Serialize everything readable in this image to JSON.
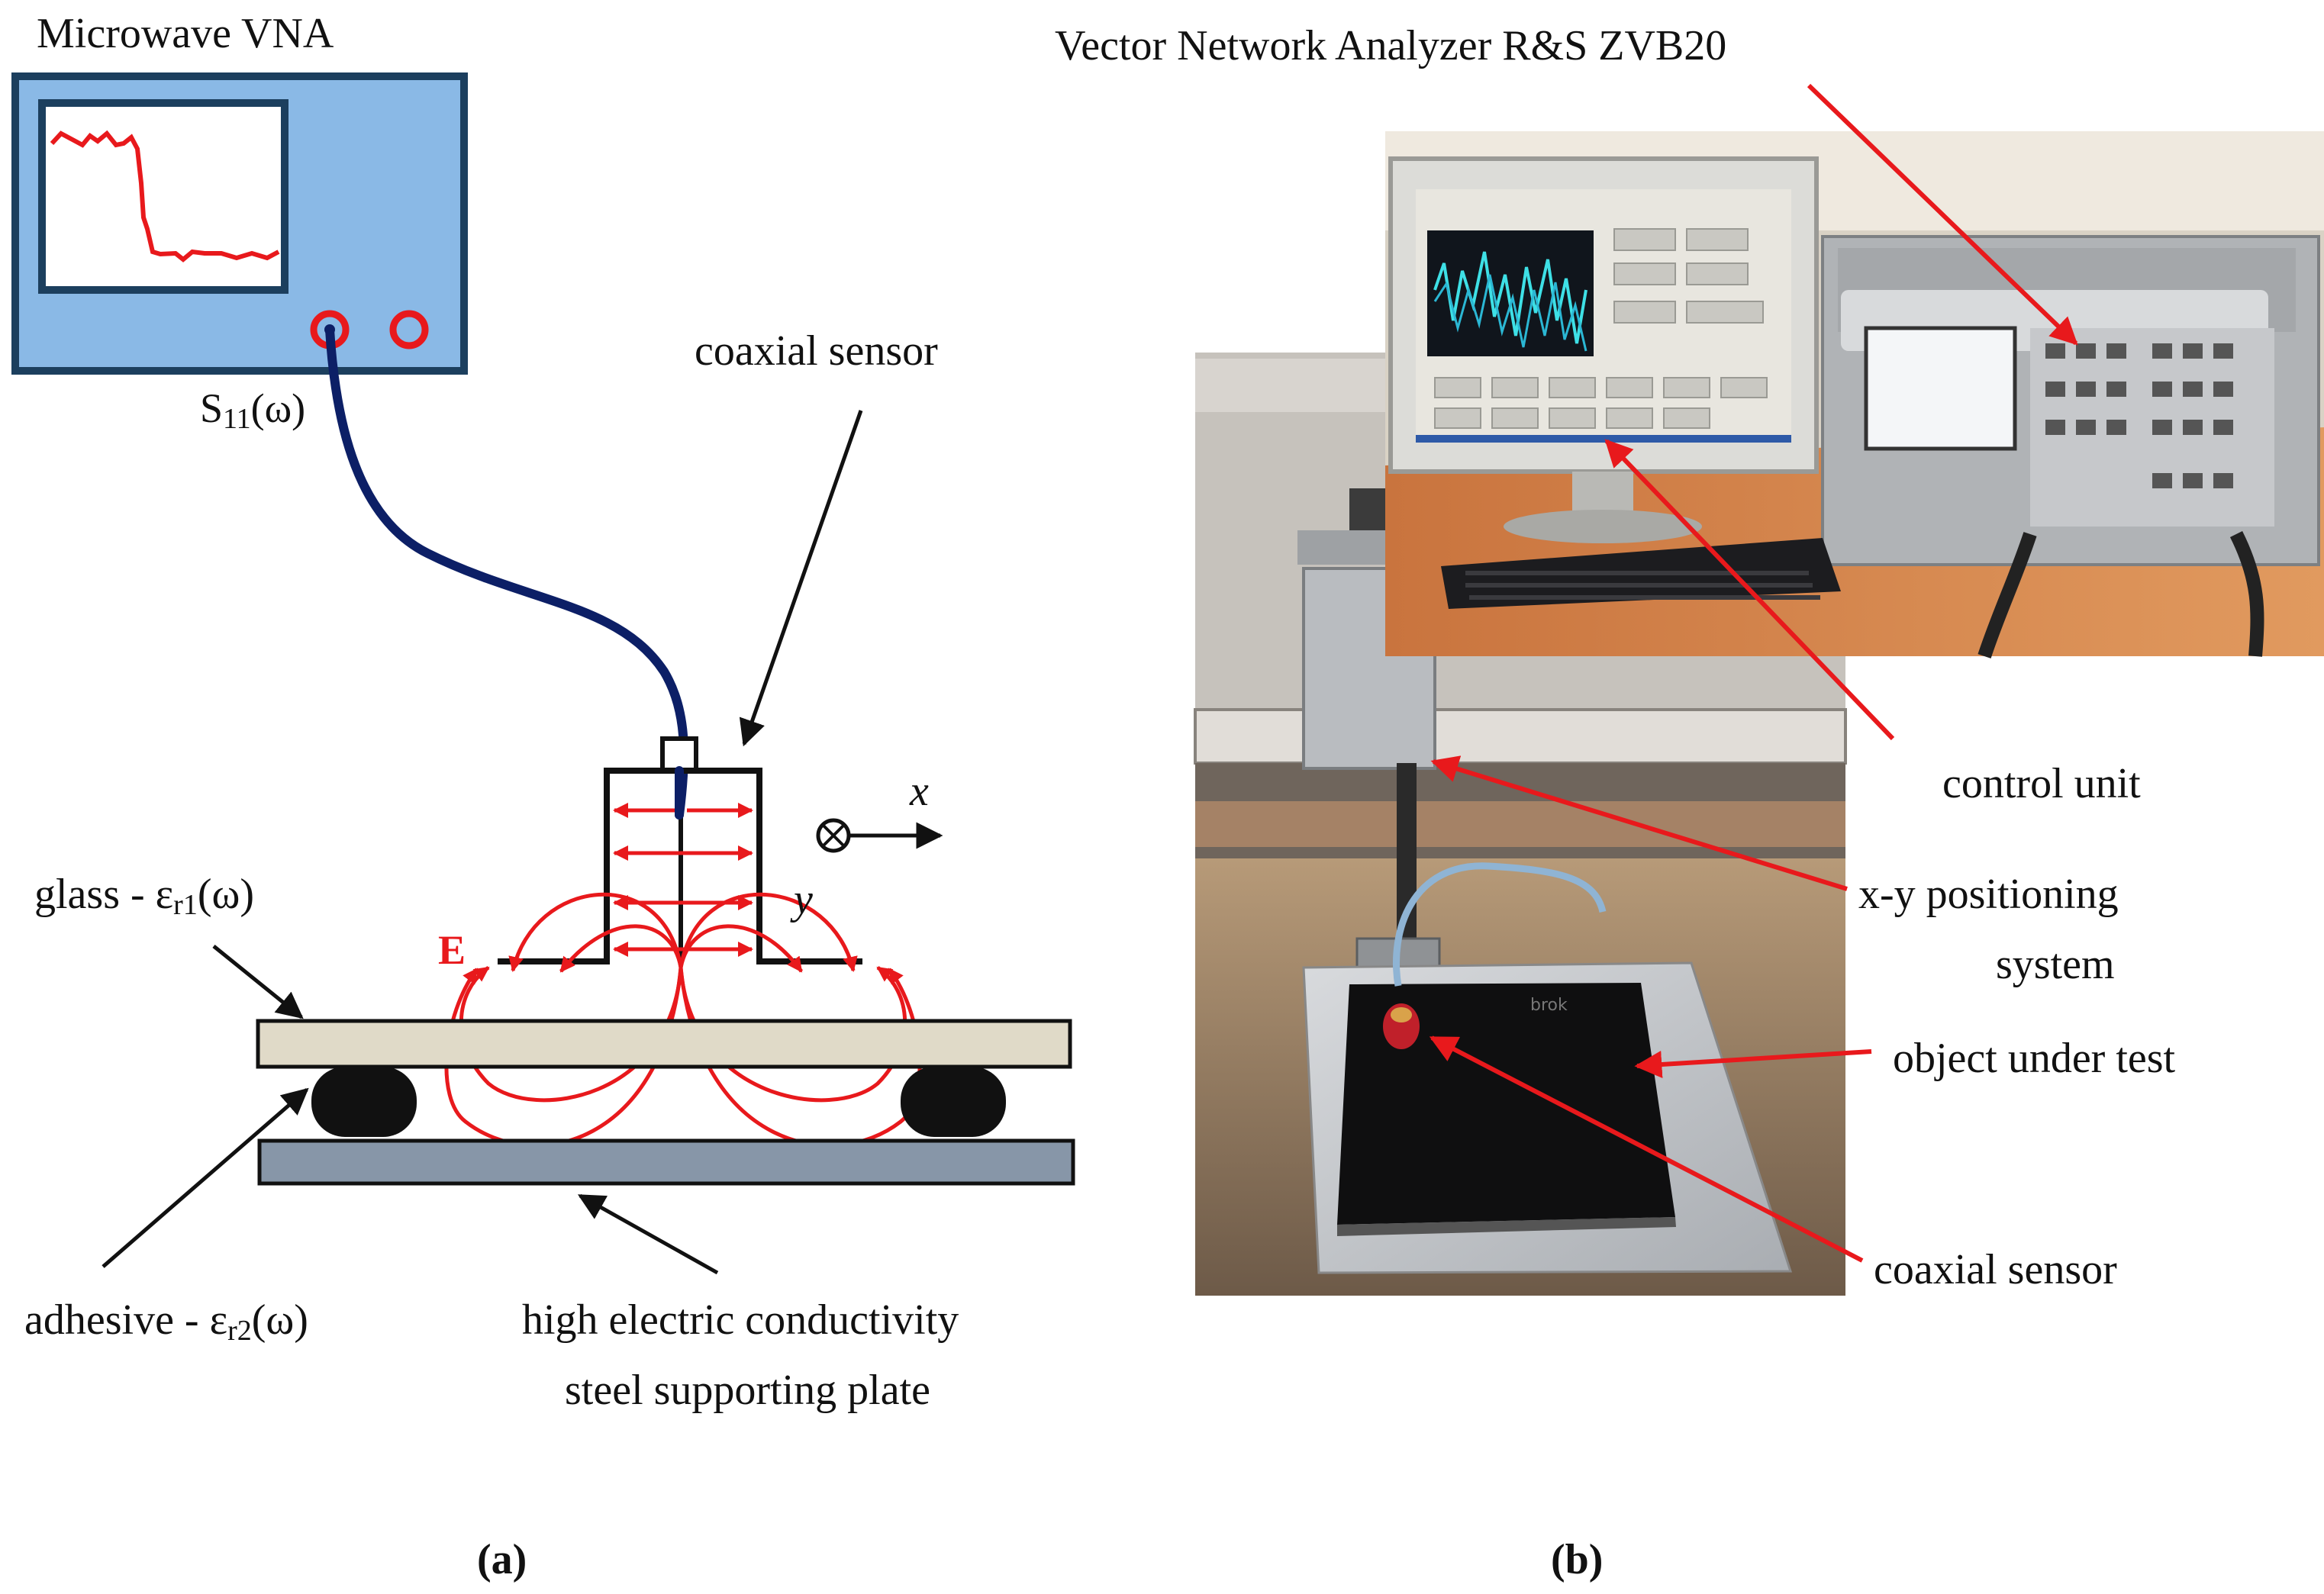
{
  "panel_a": {
    "vna_title": "Microwave VNA",
    "s11_main": "S",
    "s11_sub": "11",
    "s11_arg": "(ω)",
    "coaxial_sensor": "coaxial sensor",
    "axis_x": "x",
    "axis_y": "y",
    "field_label": "E",
    "glass_prefix": "glass - ε",
    "glass_sub": "r1",
    "glass_arg": "(ω)",
    "adhesive_prefix": "adhesive - ε",
    "adhesive_sub": "r2",
    "adhesive_arg": "(ω)",
    "plate_line1": "high electric conductivity",
    "plate_line2": "steel supporting plate",
    "caption": "(a)"
  },
  "panel_b": {
    "vna_model": "Vector Network Analyzer R&S ZVB20",
    "control_unit": "control unit",
    "positioning_line1": "x-y positioning",
    "positioning_line2": "system",
    "object_under_test": "object under test",
    "coaxial_sensor": "coaxial sensor",
    "caption": "(b)"
  },
  "colors": {
    "vna_fill": "#8ab9e6",
    "vna_border": "#1c3f5e",
    "cable": "#0c1f66",
    "field": "#e8191c",
    "glass": "#e0dac8",
    "plate": "#8796a8",
    "adhesive": "#111111"
  }
}
